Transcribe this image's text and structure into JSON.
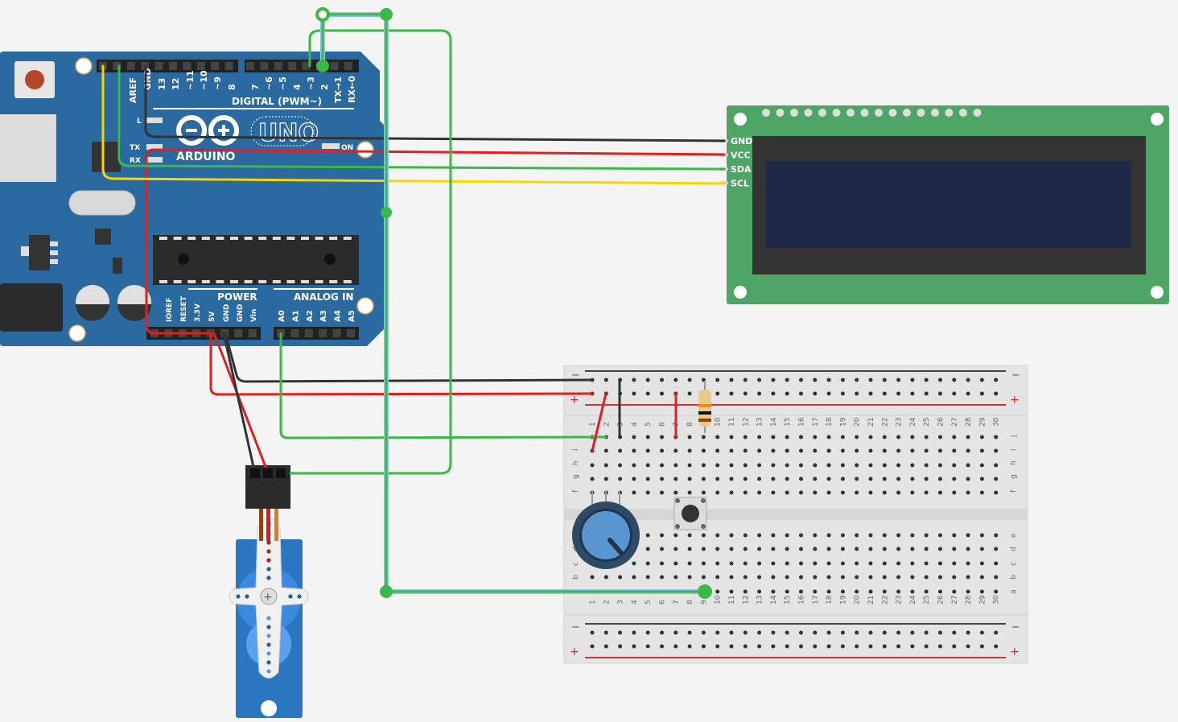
{
  "canvas": {
    "title": "Circuit editor"
  },
  "arduino": {
    "brand": "ARDUINO",
    "model": "UNO",
    "digital_header_label": "DIGITAL (PWM~)",
    "power_label": "POWER",
    "analog_label": "ANALOG IN",
    "led_labels": {
      "l": "L",
      "tx": "TX",
      "rx": "RX",
      "on": "ON"
    },
    "digital_pins": [
      "AREF",
      "GND",
      "13",
      "12",
      "~11",
      "~10",
      "~9",
      "8",
      "7",
      "~6",
      "~5",
      "4",
      "~3",
      "2",
      "TX→1",
      "RX←0"
    ],
    "power_pins": [
      "IOREF",
      "RESET",
      "3.3V",
      "5V",
      "GND",
      "GND",
      "Vin"
    ],
    "analog_pins": [
      "A0",
      "A1",
      "A2",
      "A3",
      "A4",
      "A5"
    ],
    "colors": {
      "board": "#2b6aa0"
    }
  },
  "lcd": {
    "pins": [
      "GND",
      "VCC",
      "SDA",
      "SCL"
    ],
    "colors": {
      "pcb": "#4fa565",
      "bezel": "#333333",
      "screen": "#1e2846"
    }
  },
  "breadboard": {
    "columns": [
      "1",
      "2",
      "3",
      "4",
      "5",
      "6",
      "7",
      "8",
      "9",
      "10",
      "11",
      "12",
      "13",
      "14",
      "15",
      "16",
      "17",
      "18",
      "19",
      "20",
      "21",
      "22",
      "23",
      "24",
      "25",
      "26",
      "27",
      "28",
      "29",
      "30"
    ],
    "rows_top": [
      "j",
      "i",
      "h",
      "g",
      "f"
    ],
    "rows_bottom": [
      "e",
      "d",
      "c",
      "b",
      "a"
    ],
    "rail_minus": "−",
    "rail_plus": "+"
  },
  "wires": {
    "colors": {
      "gnd": "#333333",
      "vcc": "#e02020",
      "sda": "#3cb84a",
      "scl": "#f5d800",
      "signal": "#3cb84a"
    }
  }
}
